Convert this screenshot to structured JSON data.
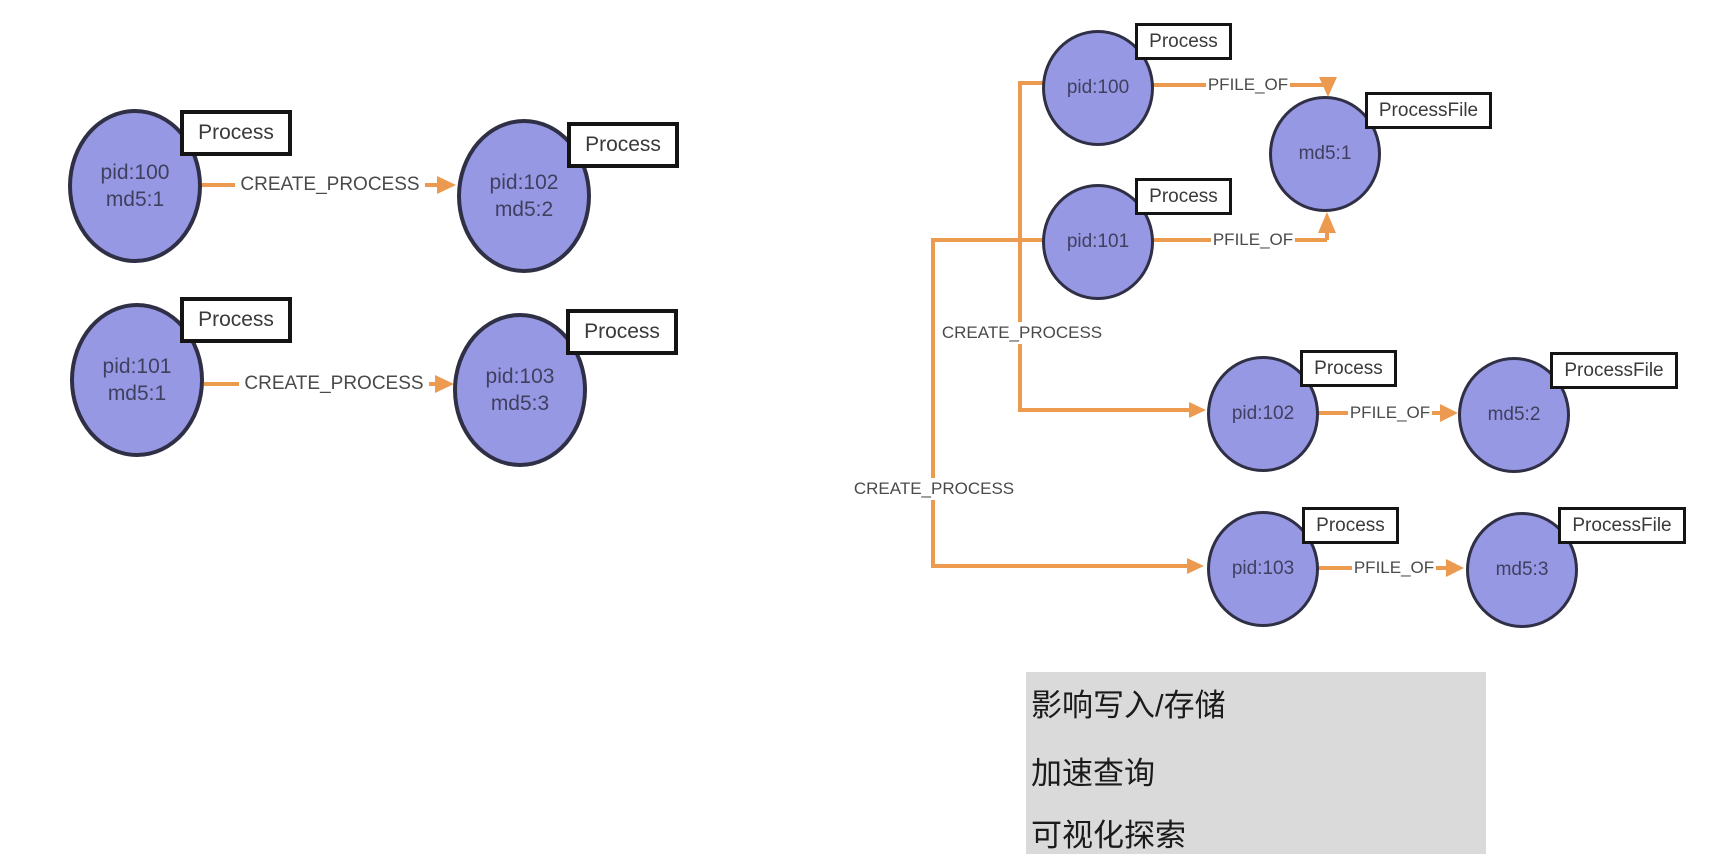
{
  "colors": {
    "node_fill": "#9798E4",
    "node_border": "#2F2F45",
    "edge": "#EC9A4F",
    "type_box_bg": "#FFFFFF",
    "type_box_border": "#141414",
    "edge_label_text": "#4A4A4A",
    "node_text": "#3F3F5F",
    "panel_bg": "#DADADA",
    "panel_text": "#1B1B1B"
  },
  "left_graph": {
    "nodes": {
      "a1": {
        "line1": "pid:100",
        "line2": "md5:1"
      },
      "a2": {
        "line1": "pid:102",
        "line2": "md5:2"
      },
      "b1": {
        "line1": "pid:101",
        "line2": "md5:1"
      },
      "b2": {
        "line1": "pid:103",
        "line2": "md5:3"
      }
    },
    "type_label": "Process",
    "edge_a_label": "CREATE_PROCESS",
    "edge_b_label": "CREATE_PROCESS"
  },
  "right_graph": {
    "nodes": {
      "p100": "pid:100",
      "p101": "pid:101",
      "p102": "pid:102",
      "p103": "pid:103",
      "md1": "md5:1",
      "md2": "md5:2",
      "md3": "md5:3"
    },
    "process_type_label": "Process",
    "processfile_type_label": "ProcessFile",
    "edge_create_1_label": "CREATE_PROCESS",
    "edge_create_2_label": "CREATE_PROCESS",
    "edge_pfile_1_label": "PFILE_OF",
    "edge_pfile_2_label": "PFILE_OF",
    "edge_pfile_3_label": "PFILE_OF",
    "edge_pfile_4_label": "PFILE_OF"
  },
  "panel": {
    "line1": "影响写入/存储",
    "line2": "加速查询",
    "line3": "可视化探索"
  }
}
